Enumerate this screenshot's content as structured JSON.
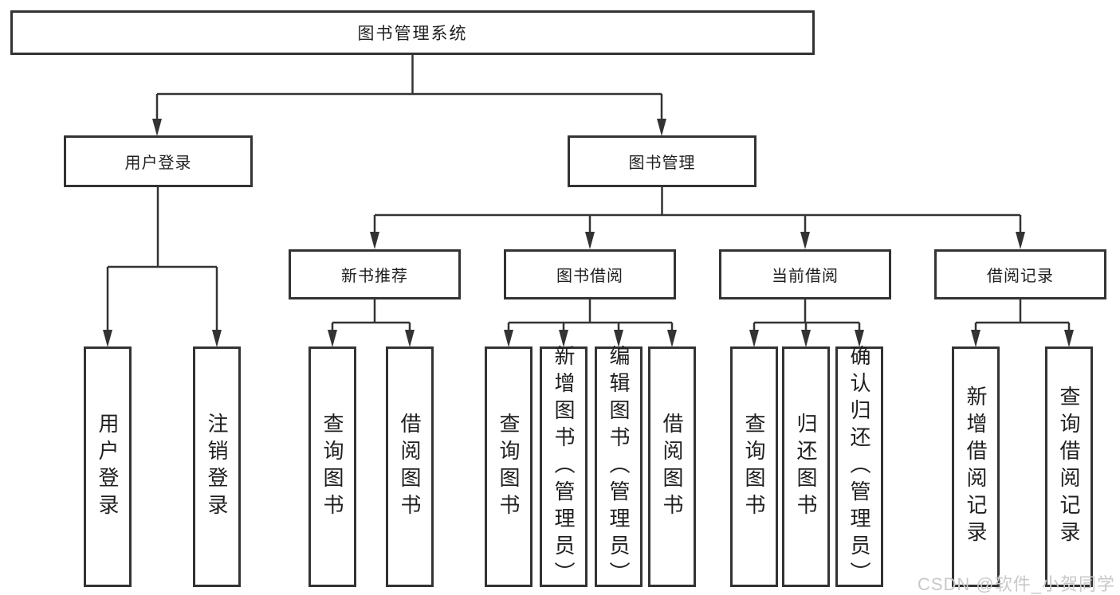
{
  "diagram": {
    "root": "图书管理系统",
    "user_branch": {
      "label": "用户登录",
      "children": [
        "用户登录",
        "注销登录"
      ]
    },
    "book_branch": {
      "label": "图书管理",
      "modules": [
        {
          "label": "新书推荐",
          "children": [
            "查询图书",
            "借阅图书"
          ]
        },
        {
          "label": "图书借阅",
          "children": [
            "查询图书",
            "新增图书（管理员）",
            "编辑图书（管理员）",
            "借阅图书"
          ]
        },
        {
          "label": "当前借阅",
          "children": [
            "查询图书",
            "归还图书",
            "确认归还（管理员）"
          ]
        },
        {
          "label": "借阅记录",
          "children": [
            "新增借阅记录",
            "查询借阅记录"
          ]
        }
      ]
    }
  },
  "watermark": "CSDN @软件_小贺同学",
  "colors": {
    "line": "#333333",
    "text": "#1f1f1f",
    "watermark": "#c8c8c8",
    "background": "#ffffff"
  }
}
